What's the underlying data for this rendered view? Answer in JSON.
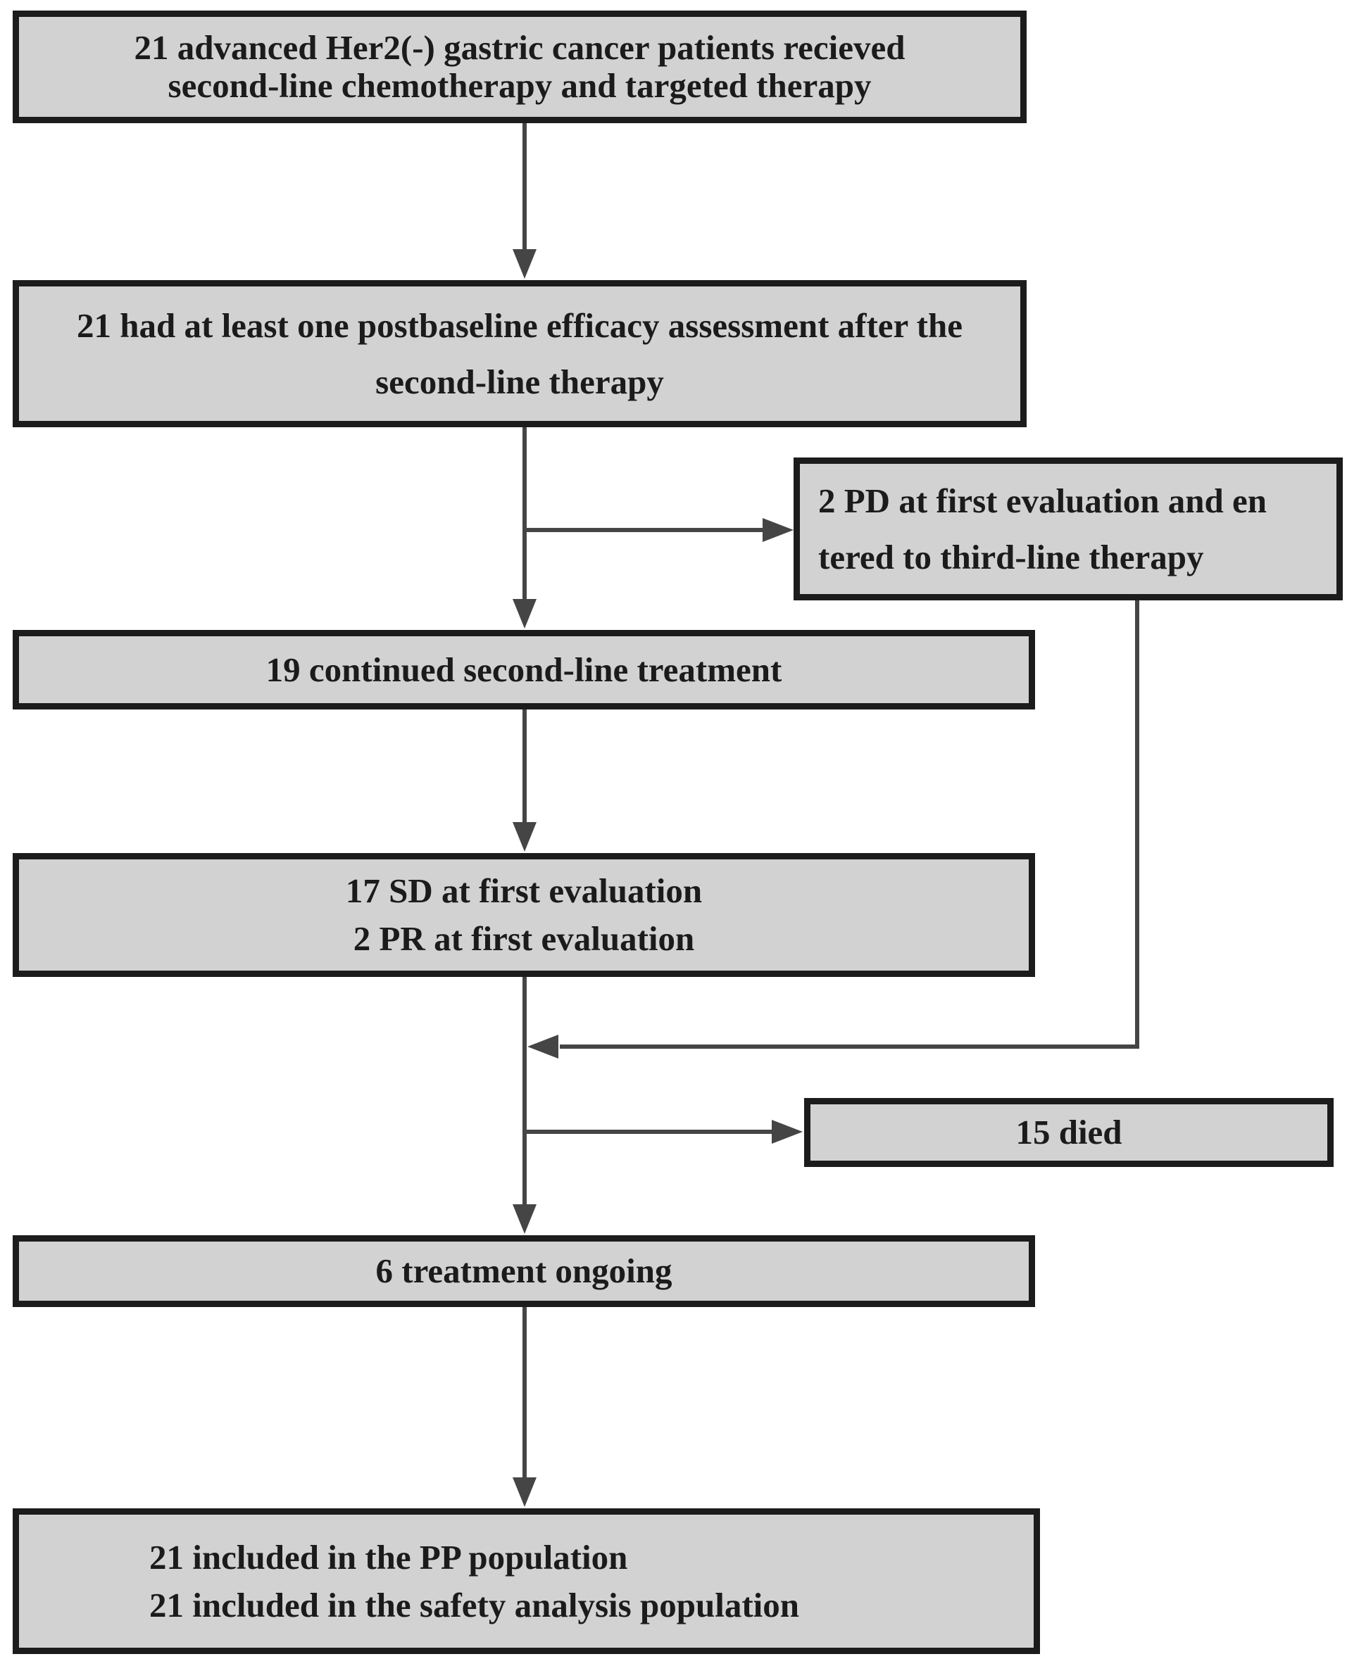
{
  "colors": {
    "box_fill": "#d2d2d2",
    "box_border": "#1c1c1c",
    "arrow": "#454545",
    "text": "#1b1b1b",
    "background": "#ffffff"
  },
  "nodes": {
    "enrolled": {
      "line1": "21 advanced Her2(-) gastric cancer patients recieved",
      "line2": "second-line chemotherapy and targeted therapy"
    },
    "assessed": {
      "line1": "21 had at least one postbaseline efficacy assessment after the",
      "line2": "second-line therapy"
    },
    "pd": {
      "line1": "2 PD at first evaluation and en",
      "line2": "tered to third-line therapy"
    },
    "continued": {
      "line1": "19 continued second-line treatment"
    },
    "response": {
      "line1": "17 SD at first evaluation",
      "line2": "2 PR at first evaluation"
    },
    "died": {
      "line1": "15 died"
    },
    "ongoing": {
      "line1": "6 treatment ongoing"
    },
    "population": {
      "line1": "21 included in the PP population",
      "line2": "21 included in the safety analysis population"
    }
  }
}
